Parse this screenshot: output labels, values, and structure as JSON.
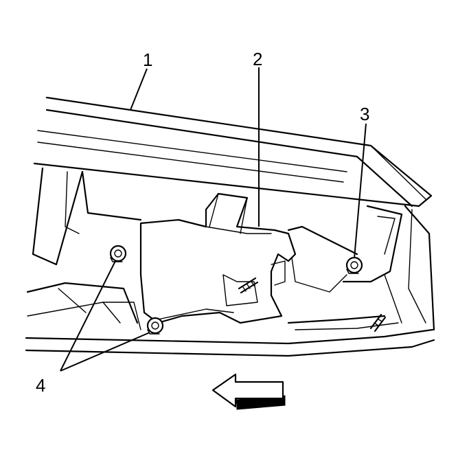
{
  "diagram": {
    "callouts": [
      {
        "id": "1",
        "label": "1"
      },
      {
        "id": "2",
        "label": "2"
      },
      {
        "id": "3",
        "label": "3"
      },
      {
        "id": "4",
        "label": "4"
      }
    ],
    "arrow_direction": "left",
    "colors": {
      "line": "#000000",
      "background": "#ffffff"
    }
  }
}
